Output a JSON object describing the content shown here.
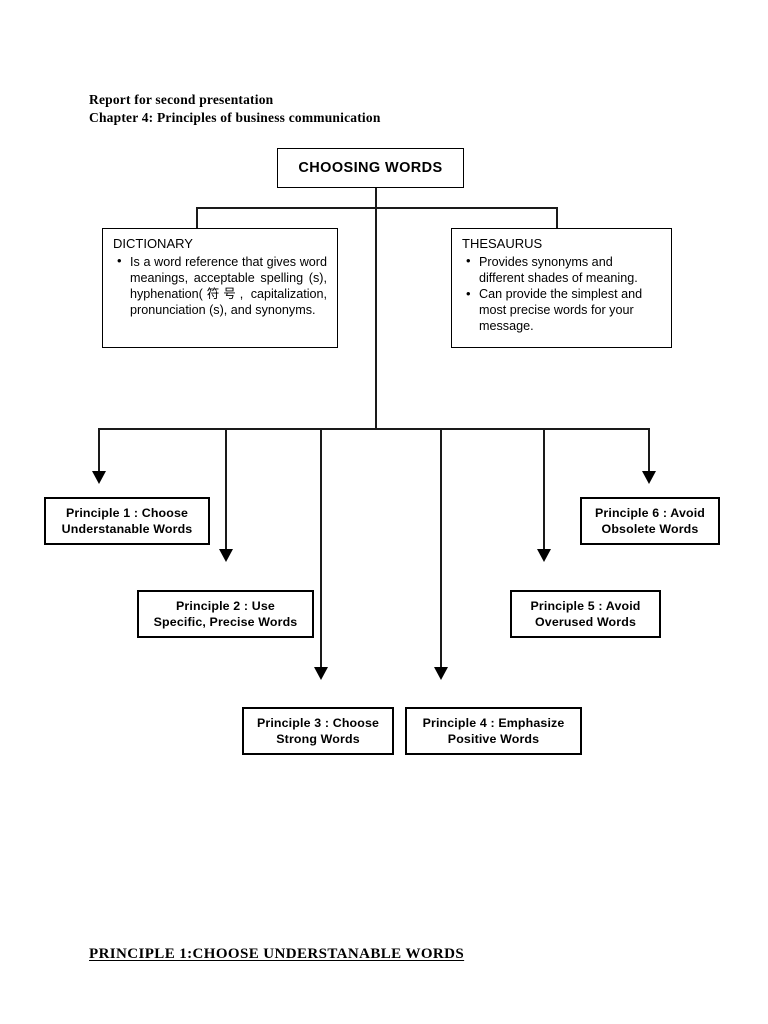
{
  "document": {
    "header_line_1": "Report for second presentation",
    "header_line_2": "Chapter 4: Principles of business communication",
    "footer_heading": "PRINCIPLE 1:CHOOSE UNDERSTANABLE WORDS"
  },
  "chart_data": {
    "type": "diagram",
    "title": "CHOOSING WORDS",
    "root": {
      "label": "CHOOSING WORDS"
    },
    "reference_nodes": [
      {
        "id": "dictionary",
        "title": "DICTIONARY",
        "bullets": [
          "Is a word reference that gives word meanings, acceptable spelling (s), hyphenation(符号, capitalization, pronunciation (s), and synonyms."
        ]
      },
      {
        "id": "thesaurus",
        "title": "THESAURUS",
        "bullets": [
          "Provides synonyms and different shades of meaning.",
          "Can provide the simplest and most precise words for your message."
        ]
      }
    ],
    "principles": [
      {
        "id": "p1",
        "line1": "Principle 1 : Choose",
        "line2": "Understanable Words"
      },
      {
        "id": "p2",
        "line1": "Principle 2 : Use",
        "line2": "Specific, Precise Words"
      },
      {
        "id": "p3",
        "line1": "Principle 3 : Choose",
        "line2": "Strong Words"
      },
      {
        "id": "p4",
        "line1": "Principle 4 : Emphasize",
        "line2": "Positive Words"
      },
      {
        "id": "p5",
        "line1": "Principle 5 : Avoid",
        "line2": "Overused Words"
      },
      {
        "id": "p6",
        "line1": "Principle 6 : Avoid",
        "line2": "Obsolete Words"
      }
    ],
    "bullet_glyph": "•",
    "line_color": "#000000",
    "background": "#ffffff"
  }
}
